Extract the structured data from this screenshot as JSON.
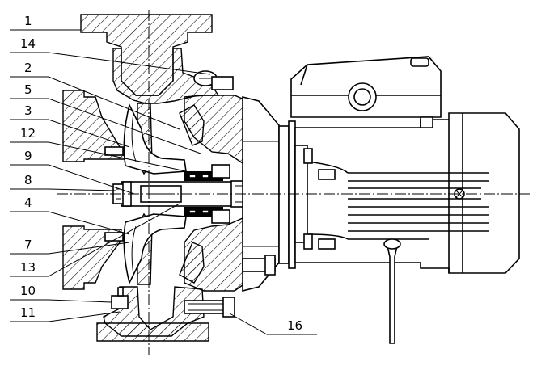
{
  "labels": {
    "l1": "1",
    "l14": "14",
    "l2": "2",
    "l5": "5",
    "l3": "3",
    "l12": "12",
    "l9": "9",
    "l8": "8",
    "l4": "4",
    "l7": "7",
    "l13": "13",
    "l10": "10",
    "l11": "11",
    "l16": "16"
  }
}
